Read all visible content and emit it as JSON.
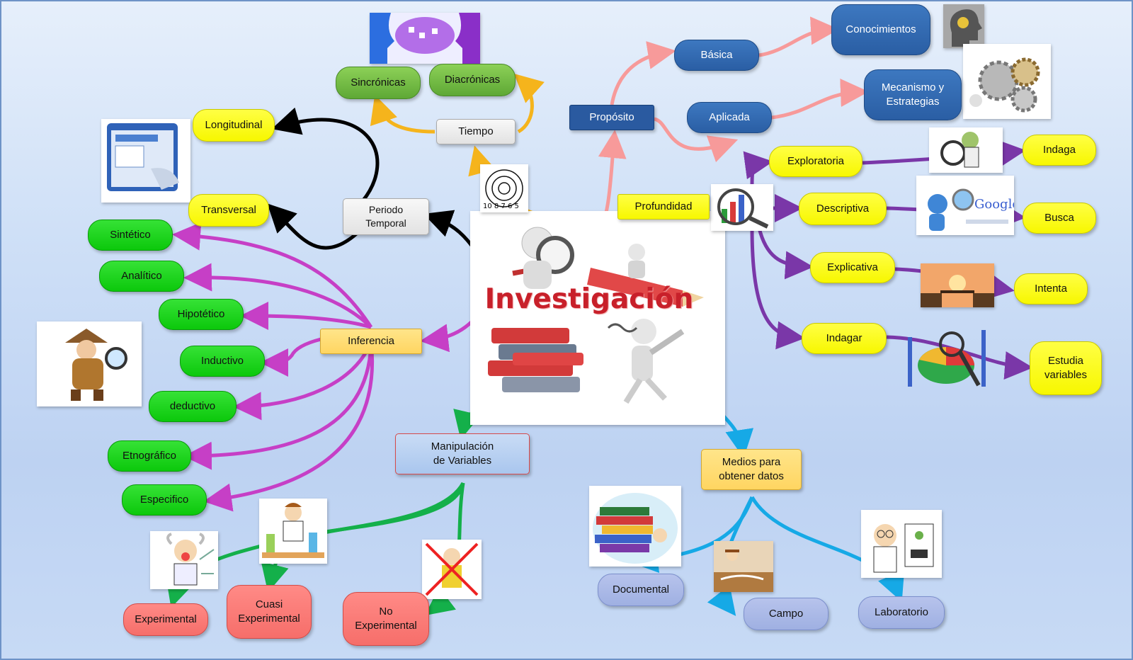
{
  "center": {
    "title": "Investigación"
  },
  "nodes": {
    "longitudinal": "Longitudinal",
    "transversal": "Transversal",
    "periodo": "Periodo\nTemporal",
    "tiempo": "Tiempo",
    "sincronicas": "Sincrónicas",
    "diacronicas": "Diacrónicas",
    "proposito": "Propósito",
    "basica": "Básica",
    "aplicada": "Aplicada",
    "conocimientos": "Conocimientos",
    "mecanismo": "Mecanismo y\nEstrategias",
    "profundidad": "Profundidad",
    "exploratoria": "Exploratoria",
    "descriptiva": "Descriptiva",
    "explicativa": "Explicativa",
    "indagar": "Indagar",
    "indaga": "Indaga",
    "busca": "Busca",
    "intenta": "Intenta",
    "estudia": "Estudia\nvariables",
    "inferencia": "Inferencia",
    "sintetico": "Sintético",
    "analitico": "Analítico",
    "hipotetico": "Hipotético",
    "inductivo": "Inductivo",
    "deductivo": "deductivo",
    "etnografico": "Etnográfico",
    "especifico": "Especifico",
    "manipulacion": "Manipulación\nde Variables",
    "experimental": "Experimental",
    "cuasi": "Cuasi\nExperimental",
    "noexperimental": "No\nExperimental",
    "medios": "Medios para\nobtener datos",
    "documental": "Documental",
    "campo": "Campo",
    "laboratorio": "Laboratorio"
  },
  "images": {
    "google_text": "Google",
    "clock_digits": "10 8 7 6 5"
  },
  "colors": {
    "black": "#000000",
    "orange": "#f5b41c",
    "pink": "#f79a9a",
    "purple": "#7a37a8",
    "magenta": "#c63fc6",
    "green": "#14b04a",
    "cyan": "#16a9e6"
  }
}
